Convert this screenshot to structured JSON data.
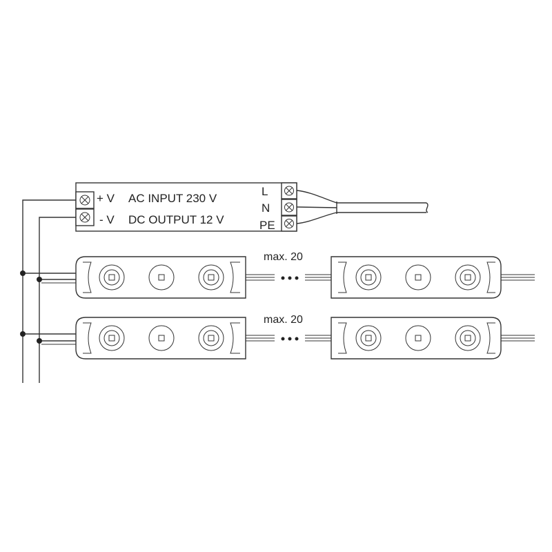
{
  "power_supply": {
    "plus_label": "+ V",
    "minus_label": "- V",
    "ac_input": "AC INPUT 230 V",
    "dc_output": "DC OUTPUT 12 V",
    "terminal_l": "L",
    "terminal_n": "N",
    "terminal_pe": "PE"
  },
  "chains": [
    {
      "max_label": "max. 20"
    },
    {
      "max_label": "max. 20"
    }
  ],
  "colors": {
    "line": "#333333",
    "background": "#ffffff"
  },
  "icons": {
    "screw_terminal": "screw-terminal-icon",
    "led": "led-icon",
    "junction": "junction-dot-icon",
    "ellipsis": "ellipsis-icon"
  }
}
